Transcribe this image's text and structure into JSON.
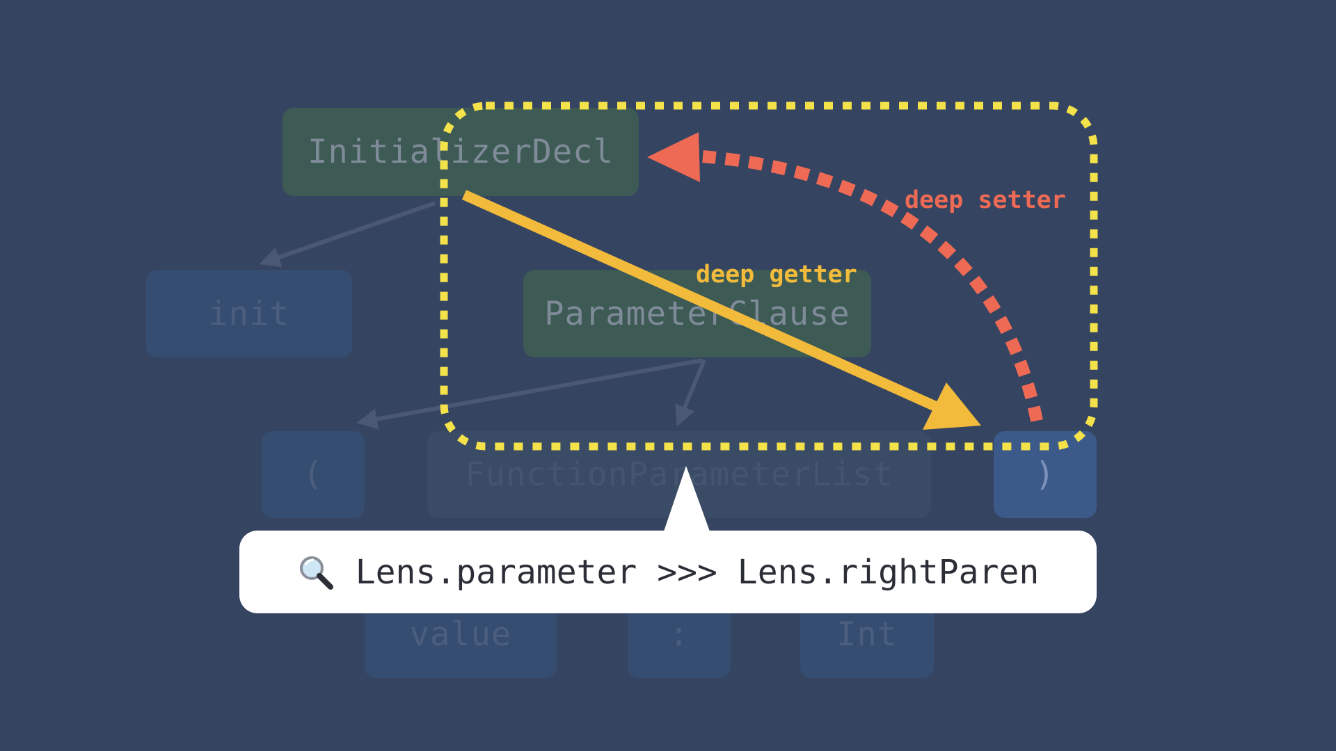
{
  "nodes": {
    "initializer_decl": "InitializerDecl",
    "init_keyword": "init",
    "parameter_clause": "ParameterClause",
    "left_paren": "(",
    "function_parameter_list": "FunctionParameterList",
    "right_paren": ")",
    "value": "value",
    "colon": ":",
    "int_type": "Int"
  },
  "annotations": {
    "deep_getter": "deep getter",
    "deep_setter": "deep setter"
  },
  "callout": {
    "icon": "magnifier-icon",
    "code": "Lens.parameter >>> Lens.rightParen"
  },
  "colors": {
    "background": "#354460",
    "getter": "#f2bb3c",
    "setter": "#ee6a55",
    "focus_outline": "#f4e24b",
    "edge": "#4a5873"
  }
}
